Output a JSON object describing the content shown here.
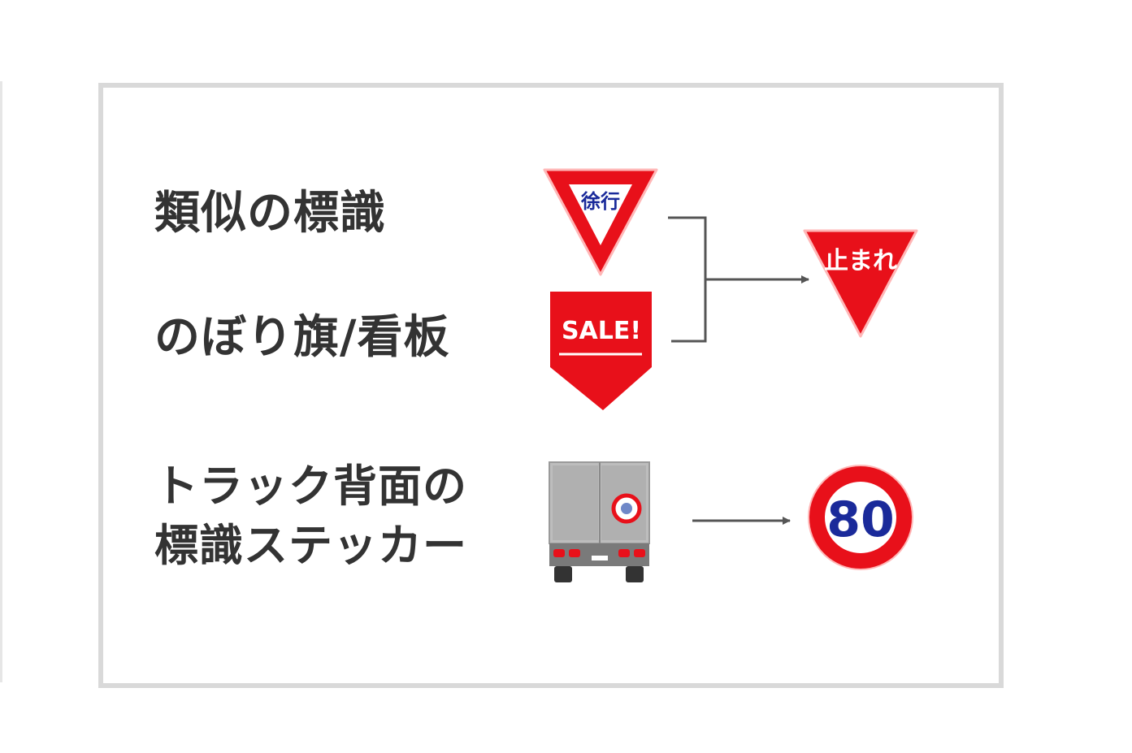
{
  "labels": {
    "similar_signs": "類似の標識",
    "banner_signboard": "のぼり旗/看板",
    "truck_sticker_line1": "トラック背面の",
    "truck_sticker_line2": "標識ステッカー"
  },
  "signs": {
    "yield_text": "徐行",
    "sale_text": "SALE!",
    "stop_text": "止まれ",
    "speed_limit_text": "80"
  },
  "colors": {
    "sign_red": "#e8101a",
    "sign_blue": "#1a2a9a",
    "text_dark": "#333333",
    "arrow_gray": "#555555",
    "frame_gray": "#d9d9d9",
    "truck_gray": "#a9a9a9"
  }
}
